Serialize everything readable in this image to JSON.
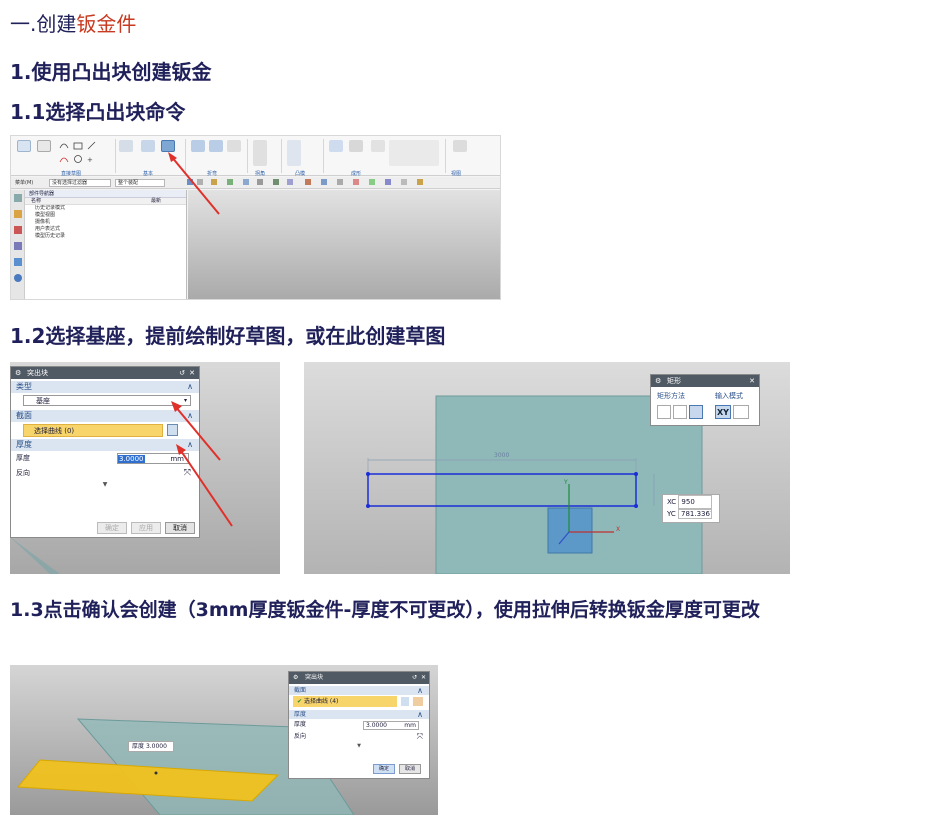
{
  "headings": {
    "h1_prefix": "一.创建",
    "h1_accent": "钣金件",
    "h2": "1.使用凸出块创建钣金",
    "h3": "1.1选择凸出块命令",
    "h4": "1.2选择基座，提前绘制好草图，或在此创建草图",
    "h5": "1.3点击确认会创建（3mm厚度钣金件-厚度不可更改），使用拉伸后转换钣金厚度可更改"
  },
  "colors": {
    "heading": "#20205a",
    "accent": "#c8391f",
    "arrow": "#e0302a",
    "dialog_title": "#505a64",
    "section_bg": "#dbe5f1",
    "highlight": "#f8d56a",
    "sheet": "#8fb9b9"
  },
  "shot1": {
    "ribbon_labels": [
      "直接草图",
      "基本",
      "折弯",
      "拐角",
      "凸模",
      "成形",
      "视图"
    ],
    "filter_left": "菜单(M)",
    "filter_select1": "没有选择过滤器",
    "filter_select2": "整个装配",
    "nav_title": "部件导航器",
    "nav_col_name": "名称",
    "nav_col_latest": "最新",
    "nav_rows": [
      "历史记录模式",
      "模型视图",
      "摄像机",
      "用户表达式",
      "模型历史记录"
    ]
  },
  "dialog1": {
    "title": "突出块",
    "section_type": "类型",
    "type_value": "基座",
    "section_profile": "截面",
    "profile_value": "选择曲线 (0)",
    "section_thickness": "厚度",
    "thickness_label": "厚度",
    "thickness_value": "3.0000",
    "thickness_unit": "mm",
    "reverse_label": "反向",
    "btn_ok": "确定",
    "btn_apply": "应用",
    "btn_cancel": "取消"
  },
  "sketch": {
    "rect_title": "矩形",
    "method_label": "矩形方法",
    "input_label": "输入模式",
    "xy_label": "XY",
    "dim_width": "3000",
    "xc_label": "XC",
    "xc_value": "950",
    "yc_label": "YC",
    "yc_value": "781.3367"
  },
  "dialog2": {
    "title": "突出块",
    "section_profile": "截面",
    "profile_value": "选择曲线 (4)",
    "section_thickness": "厚度",
    "thickness_label": "厚度",
    "thickness_value": "3.0000",
    "thickness_unit": "mm",
    "reverse_label": "反向",
    "btn_ok": "确定",
    "btn_cancel": "取消",
    "tag_label": "厚度",
    "tag_value": "3.0000"
  }
}
